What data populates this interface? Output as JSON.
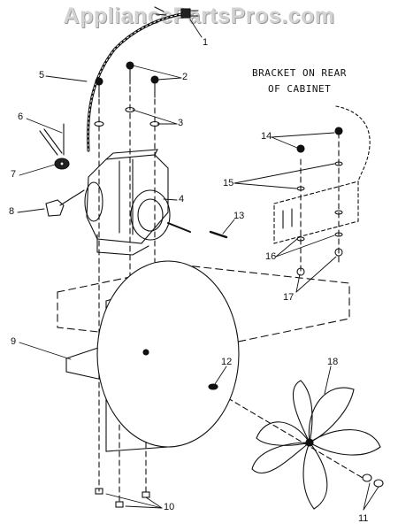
{
  "watermark": "AppliancePartsPros.com",
  "note": {
    "line1": "BRACKET ON REAR",
    "line2": "OF CABINET"
  },
  "callouts": [
    "1",
    "2",
    "3",
    "4",
    "5",
    "6",
    "7",
    "8",
    "9",
    "10",
    "11",
    "12",
    "13",
    "14",
    "15",
    "16",
    "17",
    "18"
  ]
}
